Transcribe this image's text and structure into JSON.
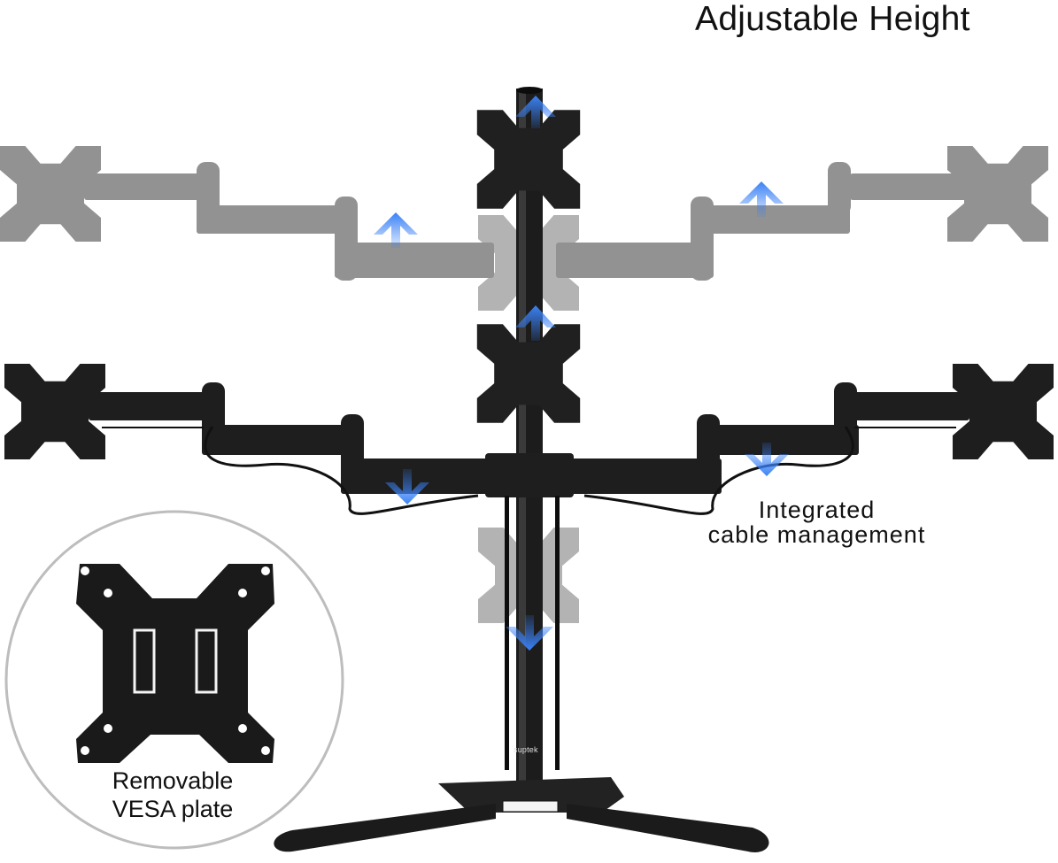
{
  "image": {
    "subject": "quad monitor desk stand with four articulating arms",
    "background_color": "#ffffff"
  },
  "labels": {
    "title": "Adjustable Height",
    "cable_management_line1": "Integrated",
    "cable_management_line2": "cable management",
    "vesa_line1": "Removable",
    "vesa_line2": "VESA plate",
    "brand": "suptek"
  },
  "arrows": [
    {
      "name": "pole-top-up-arrow",
      "direction": "up"
    },
    {
      "name": "left-upper-arm-up-arrow",
      "direction": "up"
    },
    {
      "name": "right-upper-arm-up-arrow",
      "direction": "up"
    },
    {
      "name": "center-plate-up-arrow",
      "direction": "up"
    },
    {
      "name": "left-lower-arm-down-arrow",
      "direction": "down"
    },
    {
      "name": "right-lower-arm-down-arrow",
      "direction": "down"
    },
    {
      "name": "pole-lower-down-arrow",
      "direction": "down"
    }
  ],
  "colors": {
    "arrow_blue": "#3b82f6",
    "metal_black": "#1e1e1e",
    "ghost_gray": "#8a8a8a",
    "circle_border": "#bdbdbd",
    "text": "#111111"
  }
}
